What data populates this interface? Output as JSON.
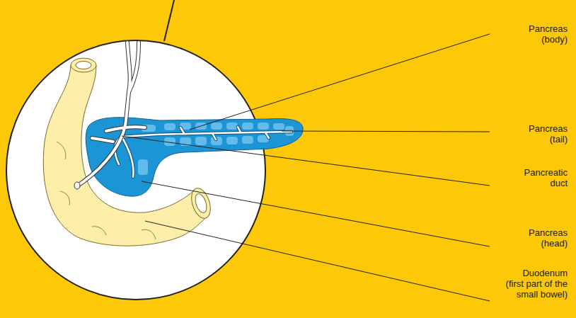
{
  "diagram": {
    "labels": [
      "Pancreas (body)",
      "Pancreas (tail)",
      "Pancreatic duct",
      "Pancreas (head)",
      "Duodenum (first part of the small bowel)"
    ]
  }
}
